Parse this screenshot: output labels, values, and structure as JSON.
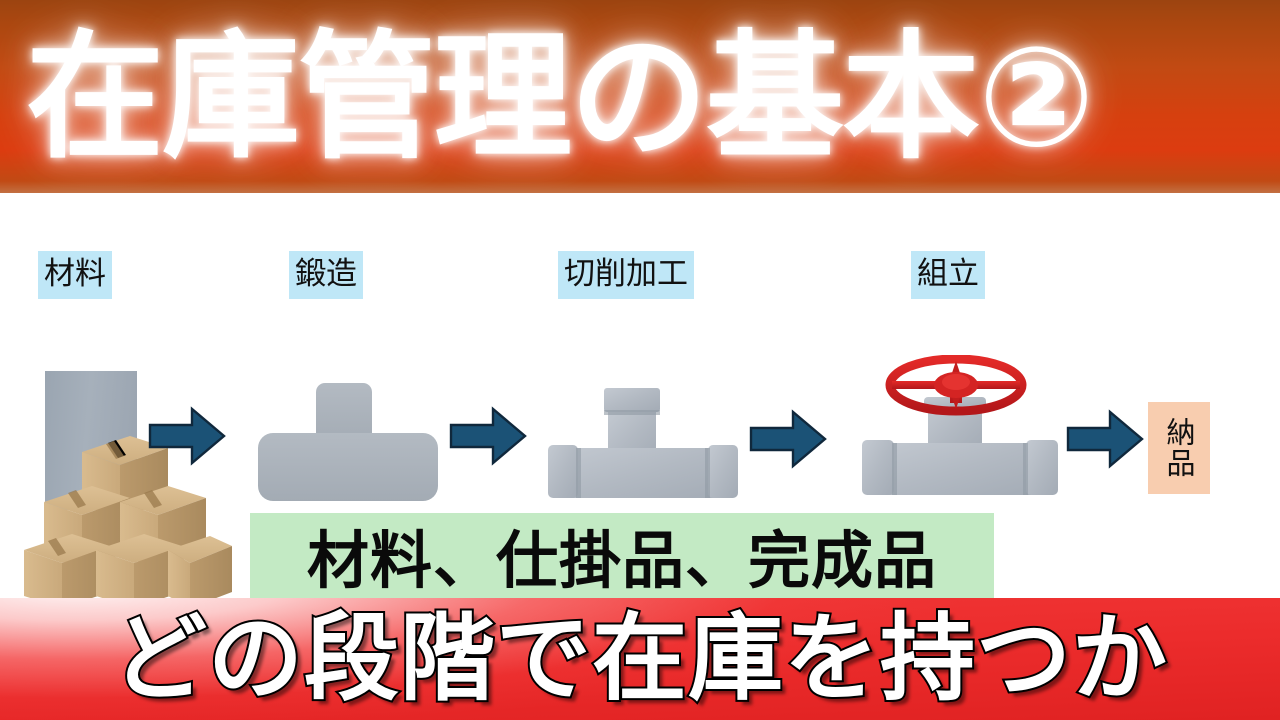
{
  "slide": {
    "title": "在庫管理の基本②",
    "title_color": "#ffffff",
    "banner_color_top": "#9c4410",
    "banner_color_bottom": "#dc3c10"
  },
  "process": {
    "steps": [
      {
        "label": "材料",
        "icon": "stacked-cardboard-boxes-and-metal-billet"
      },
      {
        "label": "鍛造",
        "icon": "gray-forged-tee-blank"
      },
      {
        "label": "切削加工",
        "icon": "machined-tee-fitting"
      },
      {
        "label": "組立",
        "icon": "assembled-valve-with-red-handwheel"
      }
    ],
    "arrows": [
      {
        "name": "arrow-material-to-forging",
        "direction": "right",
        "color": "#1b5276"
      },
      {
        "name": "arrow-forging-to-machining",
        "direction": "right",
        "color": "#1b5276"
      },
      {
        "name": "arrow-machining-to-assembly",
        "direction": "right",
        "color": "#1b5276"
      },
      {
        "name": "arrow-assembly-to-delivery",
        "direction": "right",
        "color": "#1b5276"
      }
    ],
    "label_background": "#bfe7f7",
    "delivery": {
      "label": "納品",
      "background": "#f8cdaf"
    }
  },
  "caption": {
    "green_text": "材料、仕掛品、完成品",
    "green_background": "#c3eac4"
  },
  "footer": {
    "text": "どの段階で在庫を持つか",
    "background": "#ec2c2c",
    "text_color": "#ffffff",
    "outline_color": "#000000"
  }
}
